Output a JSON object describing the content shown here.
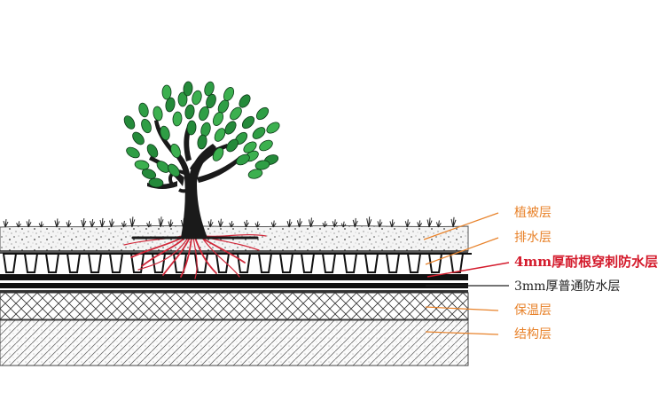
{
  "colors": {
    "orange": "#e8822a",
    "red": "#d41b2c",
    "black": "#111111",
    "foliage": "#2f9e45",
    "roots": "#d0283a"
  },
  "labels": {
    "vegetation": "植被层",
    "drainage": "排水层",
    "root_resistant": "4mm厚耐根穿刺防水层",
    "common_waterproof": "3mm厚普通防水层",
    "insulation": "保温层",
    "structure": "结构层"
  }
}
